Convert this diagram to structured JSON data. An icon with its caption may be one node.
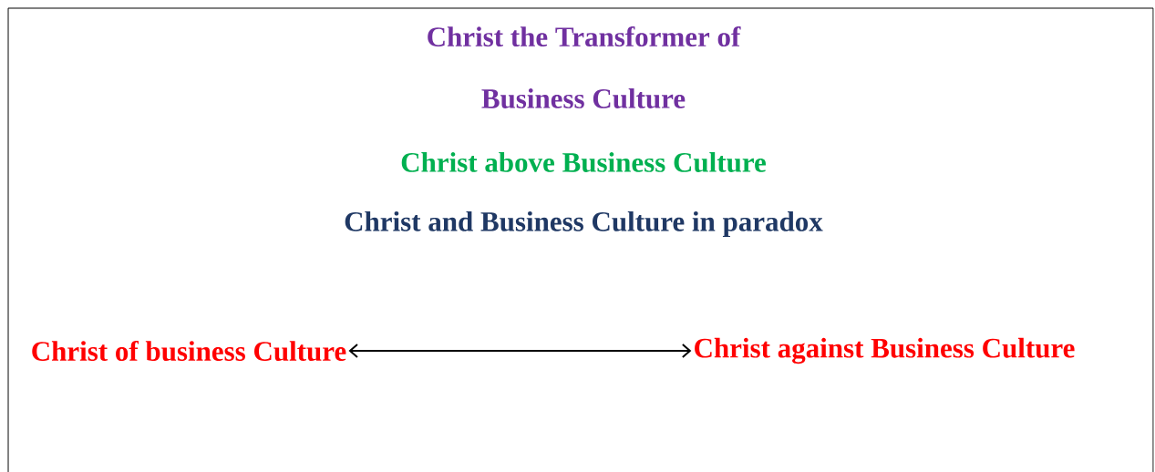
{
  "diagram": {
    "nodes": [
      {
        "text": [
          "Christ of business Culture"
        ]
      },
      {
        "text": [
          "Christ against Business Culture"
        ]
      }
    ],
    "edges": [
      {
        "from": 0,
        "to": 1,
        "arrow": "both"
      }
    ],
    "labels": [
      "Christ the Transformer of",
      "Business Culture",
      "Christ above Business Culture",
      "Christ and Business Culture in paradox"
    ]
  }
}
